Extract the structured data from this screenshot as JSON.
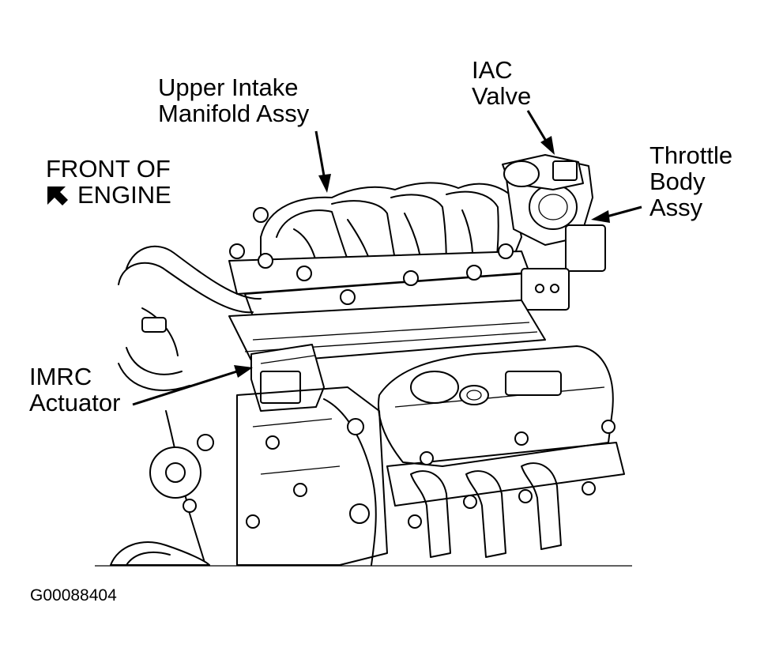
{
  "labels": {
    "upper_intake": [
      "Upper Intake",
      "Manifold Assy"
    ],
    "iac_valve": [
      "IAC",
      "Valve"
    ],
    "throttle_body": [
      "Throttle",
      "Body",
      "Assy"
    ],
    "front_of_engine": [
      "FRONT OF",
      "ENGINE"
    ],
    "imrc_actuator": [
      "IMRC",
      "Actuator"
    ]
  },
  "figure_id": "G00088404",
  "icons": {
    "front_arrow": "diagonal-arrow-icon"
  },
  "colors": {
    "ink": "#000000",
    "paper": "#ffffff"
  }
}
